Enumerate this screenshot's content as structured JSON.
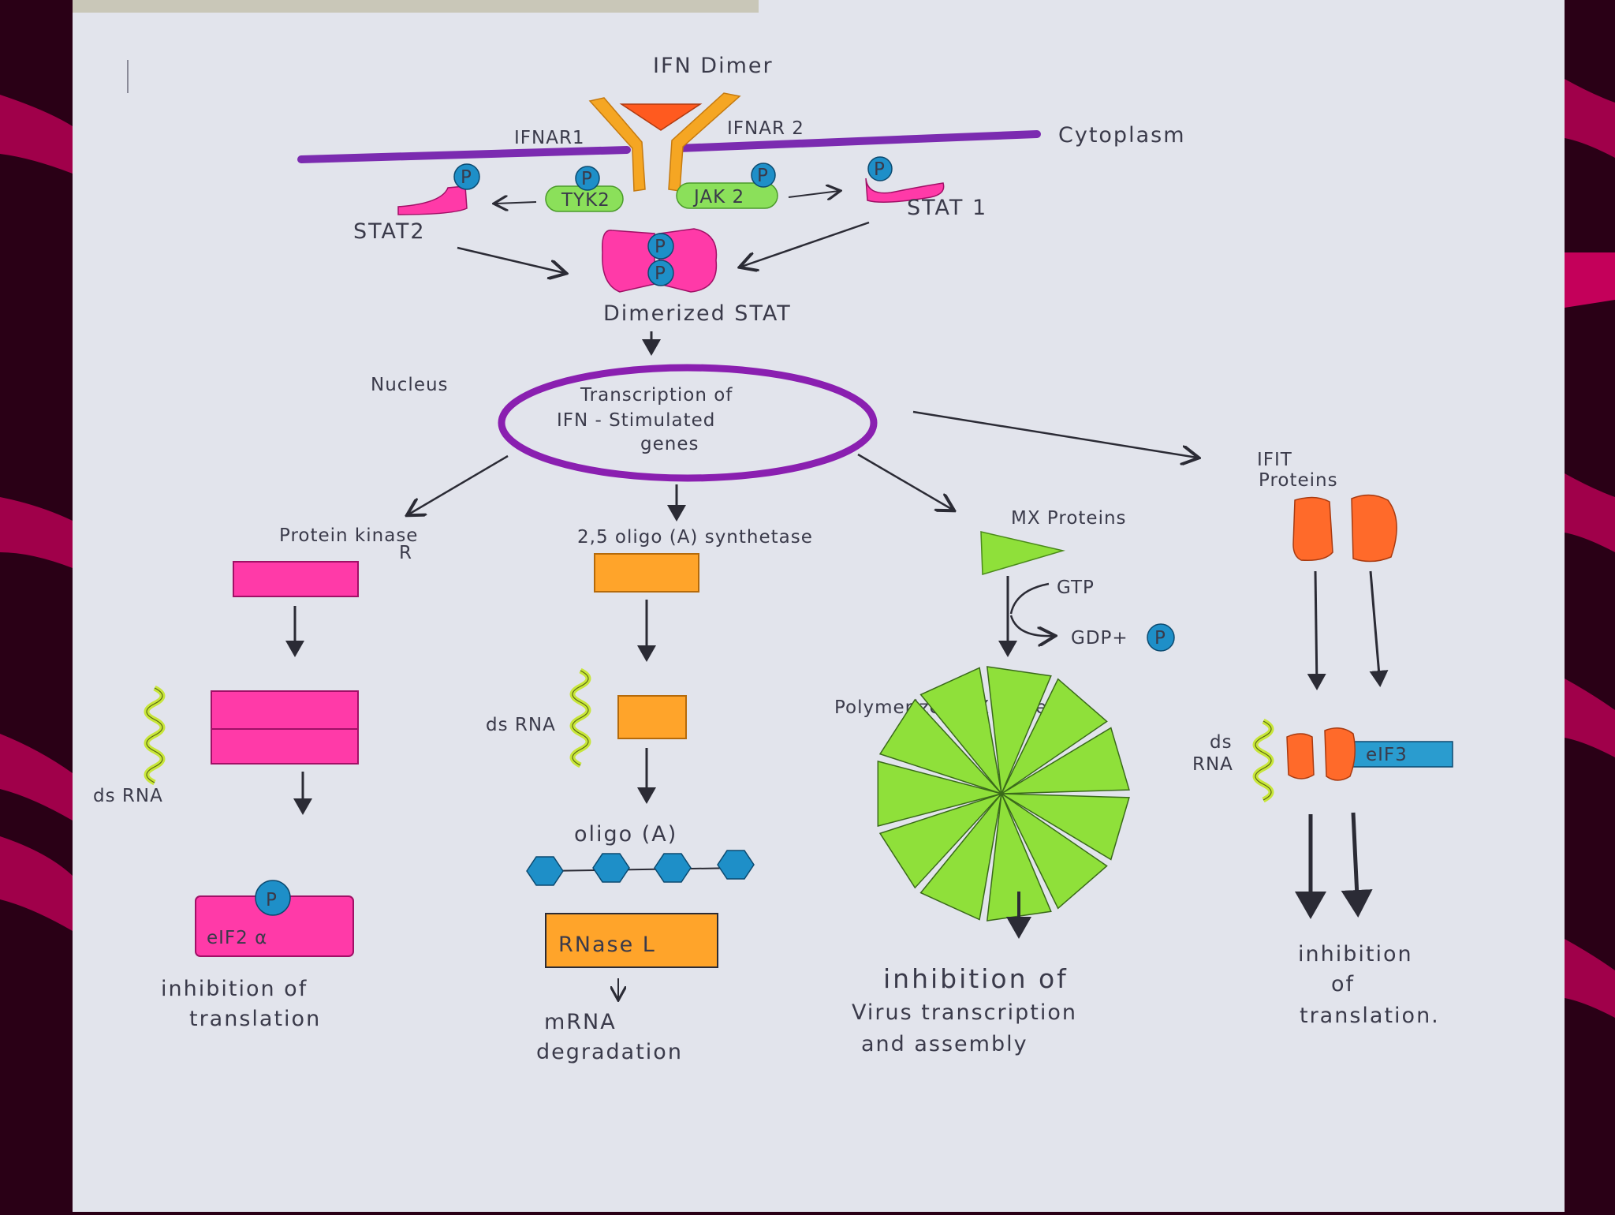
{
  "colors": {
    "background": "#2a0016",
    "accent_stripe": "#a0004a",
    "paper": "#e2e4ec",
    "membrane": "#7b2bb0",
    "receptor": "#f5a623",
    "ifn": "#ff5a1f",
    "kinase_green": "#8be05a",
    "phosphate": "#1e8fc8",
    "stat_pink": "#ff3aa8",
    "pkr_pink": "#ff3aa8",
    "oas_orange": "#ffa42a",
    "mx_green": "#8fe03a",
    "ifit_orange": "#ff6a2a",
    "eif3_blue": "#2a9ccf",
    "nucleus_ring": "#8a1fb0",
    "rna_helix": "#c8e63a"
  },
  "signaling": {
    "ifn_dimer": "IFN Dimer",
    "ifnar1": "IFNAR1",
    "ifnar2": "IFNAR 2",
    "cytoplasm": "Cytoplasm",
    "tyk2": "TYK2",
    "jak2": "JAK 2",
    "stat2": "STAT2",
    "stat1": "STAT 1",
    "phospho": "P",
    "dimerized_stat": "Dimerized STAT",
    "nucleus": "Nucleus",
    "transcription": [
      "Transcription of",
      "IFN - Stimulated",
      "genes"
    ]
  },
  "pkr": {
    "title": "Protein kinase",
    "title_suffix": "R",
    "dsrna": "ds RNA",
    "eif2": "eIF2 α",
    "result": [
      "inhibition of",
      "translation"
    ]
  },
  "oas": {
    "title": "2,5 oligo (A) synthetase",
    "dsrna": "ds RNA",
    "oligo": "oligo (A)",
    "rnase": "RNase L",
    "result": [
      "mRNA",
      "degradation"
    ]
  },
  "mx": {
    "title": "MX Proteins",
    "gtp": "GTP",
    "gdp": "GDP+",
    "polymer": "Polymerized MX Proteins",
    "result": [
      "inhibition of",
      "Virus transcription",
      "and assembly"
    ]
  },
  "ifit": {
    "title": [
      "IFIT",
      "Proteins"
    ],
    "dsrna": [
      "ds",
      "RNA"
    ],
    "eif3": "eIF3",
    "result": [
      "inhibition",
      "of",
      "translation."
    ]
  }
}
